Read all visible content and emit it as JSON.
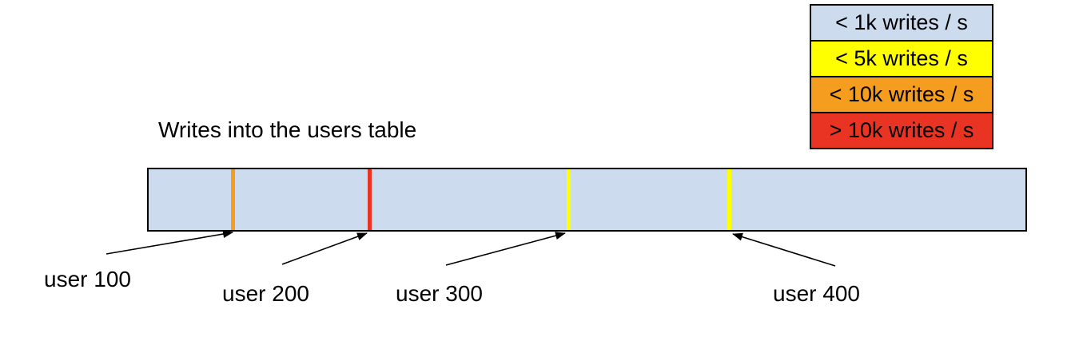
{
  "title": "Writes into the users table",
  "legend": {
    "items": [
      {
        "label": "< 1k writes / s",
        "color": "#CDDBEE"
      },
      {
        "label": "< 5k writes / s",
        "color": "#FFFF00"
      },
      {
        "label": "< 10k writes / s",
        "color": "#F49D1F"
      },
      {
        "label": "> 10k writes / s",
        "color": "#EA3423"
      }
    ]
  },
  "bar": {
    "fill": "#CDDBEE",
    "border_color": "#000000"
  },
  "markers": [
    {
      "user": "user 100",
      "color": "#F49D1F",
      "write_rate": "< 10k writes / s"
    },
    {
      "user": "user 200",
      "color": "#EA3423",
      "write_rate": "> 10k writes / s"
    },
    {
      "user": "user 300",
      "color": "#FFFF00",
      "write_rate": "< 5k writes / s"
    },
    {
      "user": "user 400",
      "color": "#FFFF00",
      "write_rate": "< 5k writes / s"
    }
  ]
}
